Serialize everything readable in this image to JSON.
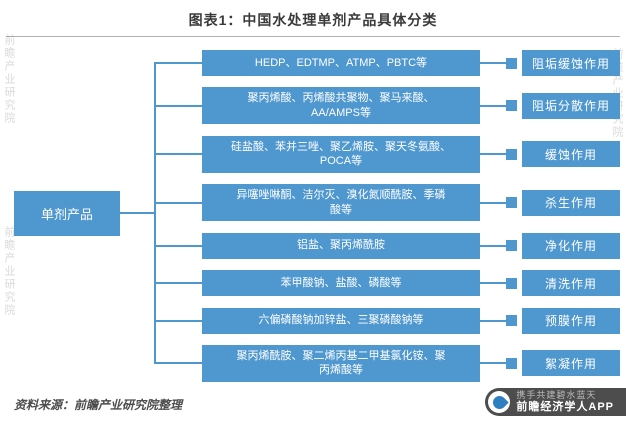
{
  "title": "图表1：中国水处理单剂产品具体分类",
  "root_label": "单剂产品",
  "rows": [
    {
      "chemicals": [
        "HEDP、EDTMP、ATMP、PBTC等"
      ],
      "function": "阻垢缓蚀作用"
    },
    {
      "chemicals": [
        "聚丙烯酸、丙烯酸共聚物、聚马来酸、",
        "AA/AMPS等"
      ],
      "function": "阻垢分散作用"
    },
    {
      "chemicals": [
        "硅盐酸、苯并三唑、聚乙烯胺、聚天冬氨酸、",
        "POCA等"
      ],
      "function": "缓蚀作用"
    },
    {
      "chemicals": [
        "异噻唑啉酮、洁尔灭、溴化氮顺酰胺、季磷",
        "酸等"
      ],
      "function": "杀生作用"
    },
    {
      "chemicals": [
        "铝盐、聚丙烯酰胺"
      ],
      "function": "净化作用"
    },
    {
      "chemicals": [
        "苯甲酸钠、盐酸、磷酸等"
      ],
      "function": "清洗作用"
    },
    {
      "chemicals": [
        "六偏磷酸钠加锌盐、三聚磷酸钠等"
      ],
      "function": "预膜作用"
    },
    {
      "chemicals": [
        "聚丙烯酰胺、聚二烯丙基二甲基氯化铵、聚",
        "丙烯酸等"
      ],
      "function": "絮凝作用"
    }
  ],
  "source": "资料来源：前瞻产业研究院整理",
  "watermark": {
    "side_text": "前瞻产业研究院",
    "slogan": "携手共建碧水蓝天",
    "app": "前瞻经济学人APP"
  },
  "colors": {
    "box_blue": "#4f97cf",
    "line_blue": "#4f97cf"
  }
}
